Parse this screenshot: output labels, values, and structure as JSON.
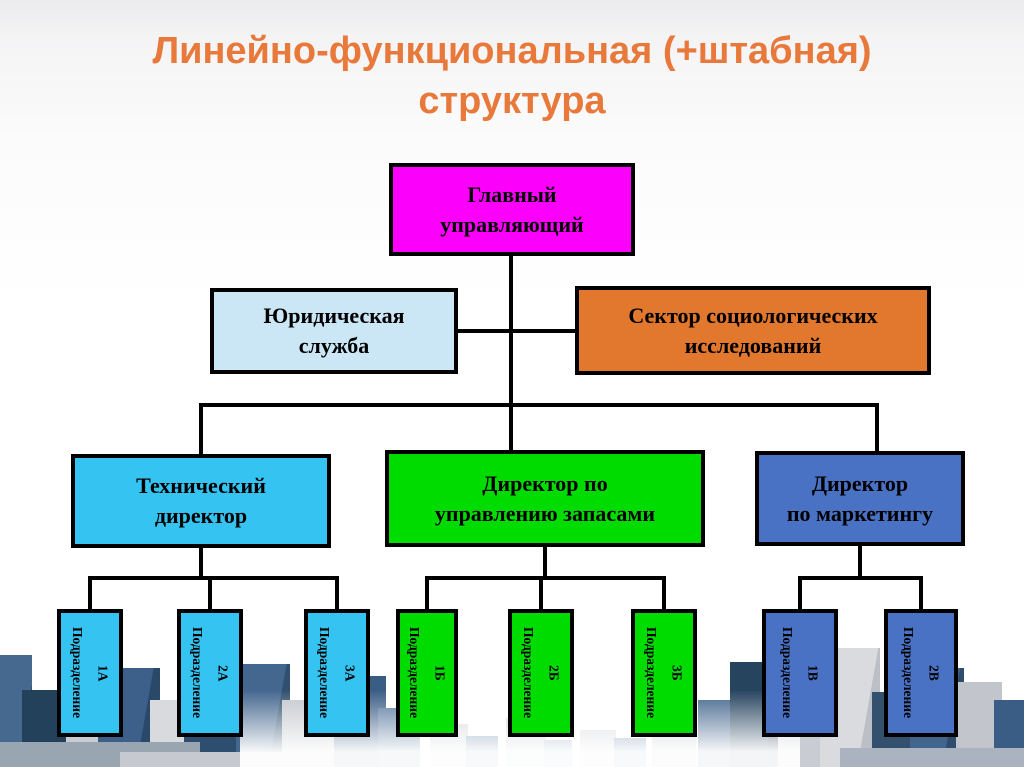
{
  "title": {
    "line1": "Линейно-функциональная (+штабная)",
    "line2": "структура",
    "color": "#E8793B"
  },
  "org_chart": {
    "root": {
      "line1": "Главный",
      "line2": "управляющий",
      "color": "#FB00FB"
    },
    "staff": [
      {
        "id": "legal-service",
        "line1": "Юридическая",
        "line2": "служба",
        "color": "#CBE7F6"
      },
      {
        "id": "sociology-sector",
        "line1": "Сектор социологических",
        "line2": "исследований",
        "color": "#E2772E"
      }
    ],
    "directors": [
      {
        "id": "technical",
        "line1": "Технический",
        "line2": "директор",
        "color": "#35C4F2"
      },
      {
        "id": "inventory",
        "line1": "Директор по",
        "line2": "управлению запасами",
        "color": "#00DC00"
      },
      {
        "id": "marketing",
        "line1": "Директор",
        "line2": "по маркетингу",
        "color": "#4A72C4"
      }
    ],
    "subdivisions": [
      {
        "label": "Подразделение",
        "code": "1А",
        "color": "#35C4F2"
      },
      {
        "label": "Подразделение",
        "code": "2А",
        "color": "#35C4F2"
      },
      {
        "label": "Подразделение",
        "code": "3А",
        "color": "#35C4F2"
      },
      {
        "label": "Подразделение",
        "code": "1Б",
        "color": "#00DC00"
      },
      {
        "label": "Подразделение",
        "code": "2Б",
        "color": "#00DC00"
      },
      {
        "label": "Подразделение",
        "code": "3Б",
        "color": "#00DC00"
      },
      {
        "label": "Подразделение",
        "code": "1В",
        "color": "#4A72C4"
      },
      {
        "label": "Подразделение",
        "code": "2В",
        "color": "#4A72C4"
      }
    ],
    "line_color": "#000000"
  }
}
